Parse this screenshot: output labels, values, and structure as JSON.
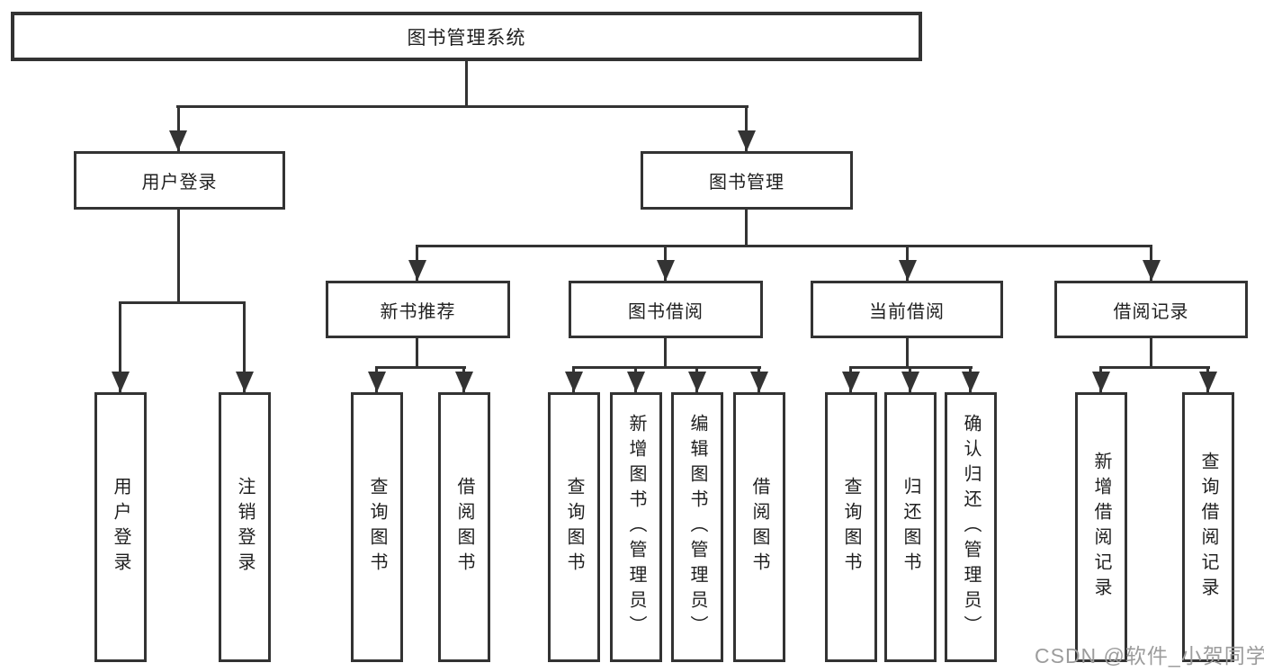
{
  "nodes": {
    "root": "图书管理系统",
    "user_login": "用户登录",
    "book_mgmt": "图书管理",
    "new_book": "新书推荐",
    "book_borrow": "图书借阅",
    "current_borrow": "当前借阅",
    "borrow_records": "借阅记录",
    "leaves": {
      "login": [
        "用户登录",
        "注销登录"
      ],
      "new_book": [
        "查询图书",
        "借阅图书"
      ],
      "book_borrow": [
        "查询图书",
        "新增图书（管理员）",
        "编辑图书（管理员）",
        "借阅图书"
      ],
      "current_borrow": [
        "查询图书",
        "归还图书",
        "确认归还（管理员）"
      ],
      "borrow_records": [
        "新增借阅记录",
        "查询借阅记录"
      ]
    }
  },
  "watermark": {
    "text": "CSDN @软件_小贺同学"
  },
  "colors": {
    "line": "#333333",
    "text": "#1f1f1f",
    "background": "#ffffff",
    "watermark": "#9c9c9c"
  }
}
